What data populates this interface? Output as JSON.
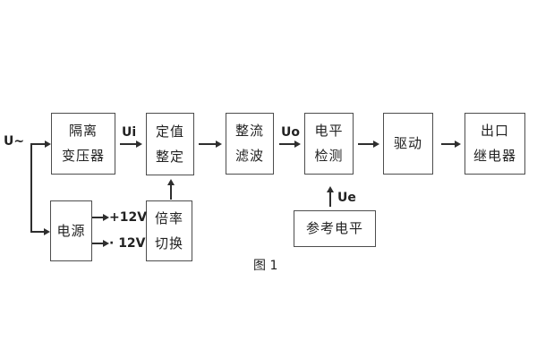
{
  "figure": {
    "caption": "图 1",
    "input_label": "U~",
    "signal_labels": {
      "ui": "Ui",
      "uo": "Uo",
      "ue": "Ue"
    },
    "power_outputs": {
      "positive": "+12V",
      "negative": "· 12V"
    },
    "blocks": {
      "isolation_transformer": {
        "line1": "隔离",
        "line2": "变压器"
      },
      "setpoint_setting": {
        "line1": "定值",
        "line2": "整定"
      },
      "rectifier_filter": {
        "line1": "整流",
        "line2": "滤波"
      },
      "level_detection": {
        "line1": "电平",
        "line2": "检测"
      },
      "drive": {
        "label": "驱动"
      },
      "output_relay": {
        "line1": "出口",
        "line2": "继电器"
      },
      "power_supply": {
        "label": "电源"
      },
      "ratio_switch": {
        "line1": "倍率",
        "line2": "切换"
      },
      "reference_level": {
        "label": "参考电平"
      }
    },
    "colors": {
      "line": "#2e2e2e",
      "border": "#4d4d4d",
      "text": "#222222",
      "background": "#ffffff"
    }
  }
}
